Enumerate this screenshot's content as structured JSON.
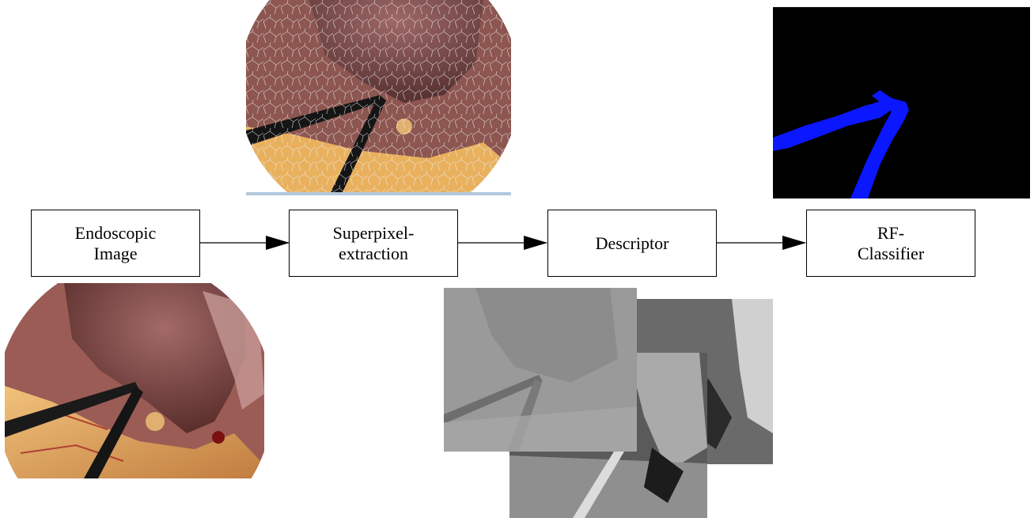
{
  "pipeline": {
    "steps": [
      {
        "label": "Endoscopic\nImage"
      },
      {
        "label": "Superpixel-\nextraction"
      },
      {
        "label": "Descriptor"
      },
      {
        "label": "RF-\nClassifier"
      }
    ]
  },
  "images": {
    "endoscopic": "endoscopic-photo",
    "superpixels": "superpixel-overlay",
    "descriptors": "grayscale-feature-maps",
    "segmentation": "segmentation-mask"
  },
  "colors": {
    "mask_background": "#000000",
    "mask_instrument": "#0a17ff",
    "tissue": "#8a4a44",
    "fat": "#e9b15e"
  }
}
